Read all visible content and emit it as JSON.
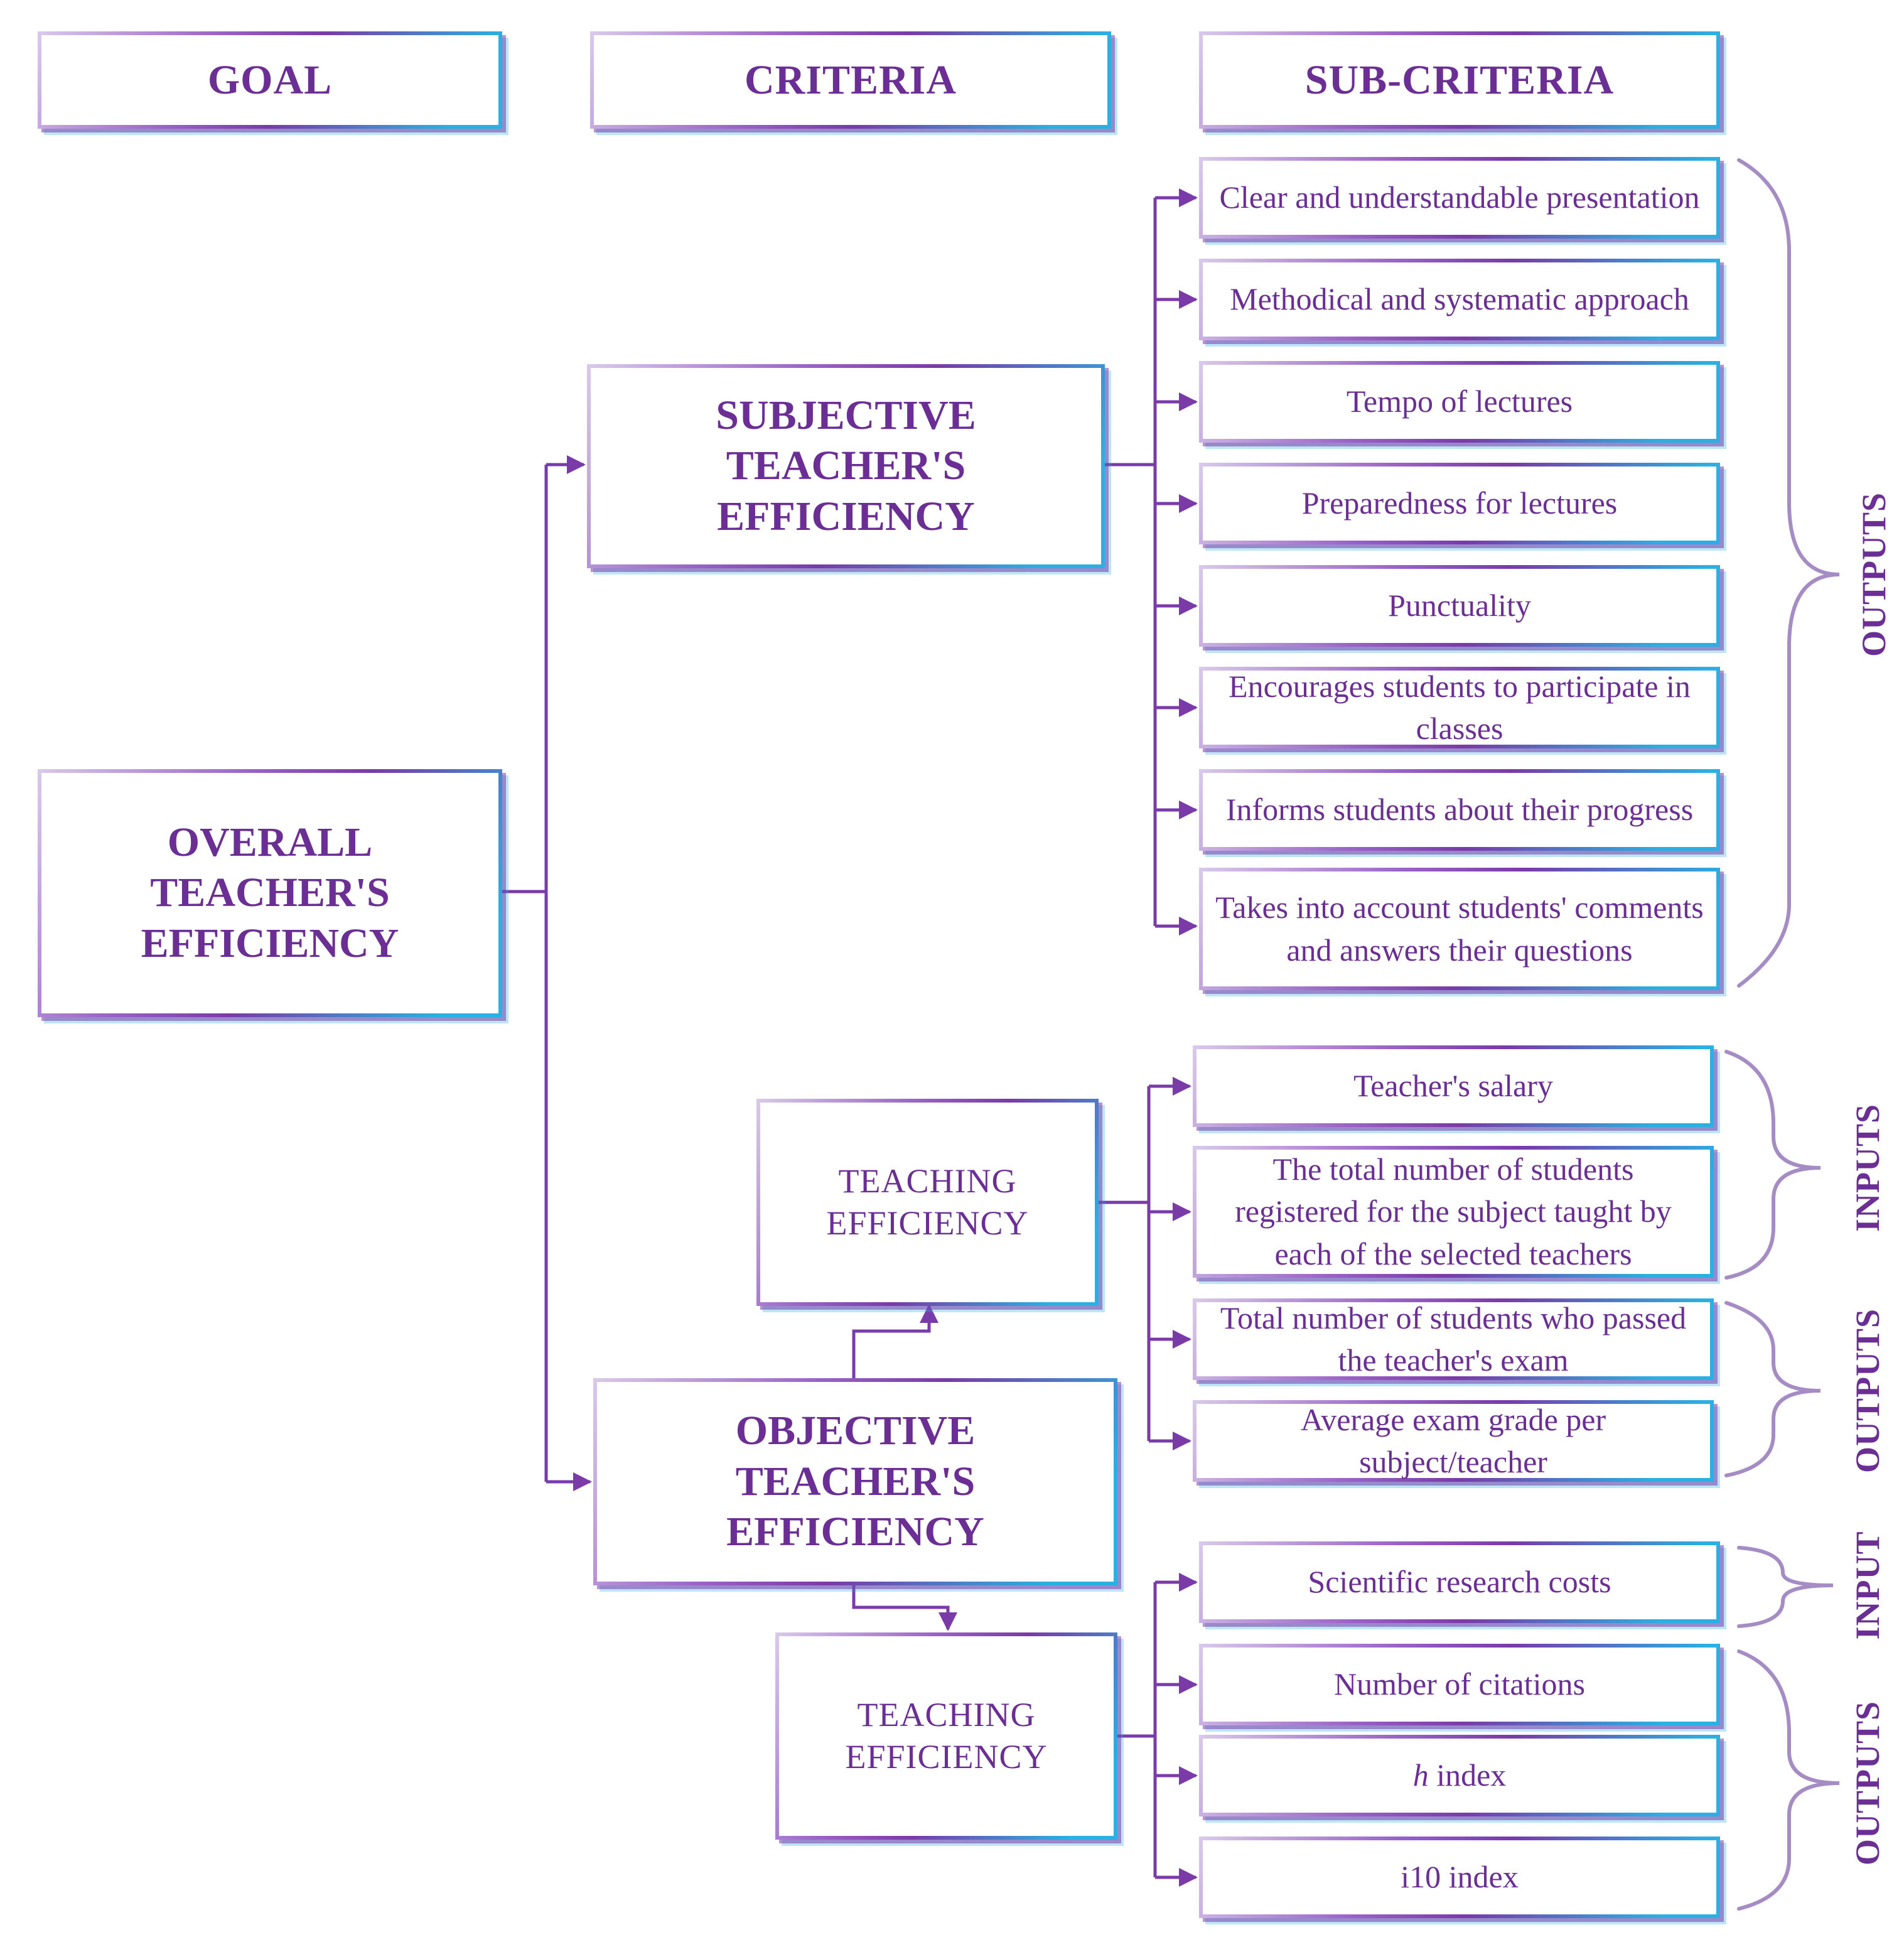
{
  "headers": {
    "goal": "GOAL",
    "criteria": "CRITERIA",
    "sub_criteria": "SUB-CRITERIA"
  },
  "goal": "OVERALL TEACHER'S EFFICIENCY",
  "criteria": {
    "subjective": "SUBJECTIVE TEACHER'S EFFICIENCY",
    "objective": "OBJECTIVE TEACHER'S EFFICIENCY",
    "teaching_efficiency_1": "TEACHING EFFICIENCY",
    "teaching_efficiency_2": "TEACHING EFFICIENCY"
  },
  "subjective_sub_criteria": [
    "Clear and understandable presentation",
    "Methodical and systematic approach",
    "Tempo of lectures",
    "Preparedness for lectures",
    "Punctuality",
    "Encourages students to participate in classes",
    "Informs students about their progress",
    "Takes into account students' comments and answers their questions"
  ],
  "teaching_sub_criteria": [
    "Teacher's salary",
    "The total number of students registered for the subject taught by each of the selected teachers",
    "Total number of students who passed the teacher's exam",
    "Average exam grade per subject/teacher"
  ],
  "research_sub_criteria": [
    "Scientific research costs",
    "Number of citations",
    "h index",
    "i10 index"
  ],
  "brace_labels": {
    "subjective_outputs": "OUTPUTS",
    "teaching_inputs": "INPUTS",
    "teaching_outputs": "OUTPUTS",
    "research_input": "INPUT",
    "research_outputs": "OUTPUTS"
  },
  "colors": {
    "primary": "#6a2e94",
    "line": "#7a3aa8",
    "accent": "#2ab0e2",
    "brace": "#a58cc4"
  }
}
